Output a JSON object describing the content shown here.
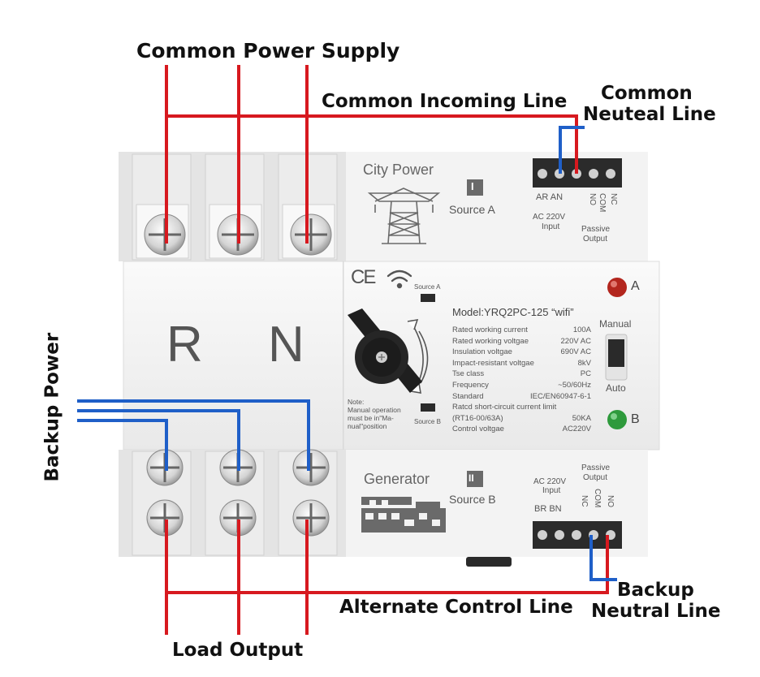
{
  "labels": {
    "common_power_supply": "Common Power Supply",
    "common_incoming_line": "Common Incoming Line",
    "common_neutral_line_1": "Common",
    "common_neutral_line_2": "Neuteal Line",
    "backup_power": "Backup Power",
    "alternate_control_line": "Alternate Control Line",
    "backup_neutral_line_1": "Backup",
    "backup_neutral_line_2": "Neutral Line",
    "load_output": "Load Output"
  },
  "device": {
    "city_power": "City Power",
    "source_a": "Source A",
    "source_a_mark": "I",
    "terminal_a_in": "AR  AN",
    "terminal_a_out_1": "NC",
    "terminal_a_out_2": "COM",
    "terminal_a_out_3": "NO",
    "input_a_1": "AC 220V",
    "input_a_2": "Input",
    "passive_a_1": "Passive",
    "passive_a_2": "Output",
    "r_letter": "R",
    "n_letter": "N",
    "ce_mark": "CE",
    "source_a_small": "Source A",
    "source_b_small": "Source B",
    "model": "Model:YRQ2PC-125  “wifi”",
    "specs": [
      {
        "name": "Rated working current",
        "value": "100A"
      },
      {
        "name": "Rated working voltgae",
        "value": "220V AC"
      },
      {
        "name": "Insulation voltgae",
        "value": "690V AC"
      },
      {
        "name": "Impact-resistant voltgae",
        "value": "8kV"
      },
      {
        "name": "Tse class",
        "value": "PC"
      },
      {
        "name": "Frequency",
        "value": "~50/60Hz"
      },
      {
        "name": "Standard",
        "value": "IEC/EN60947-6-1"
      },
      {
        "name": "Ratcd short-circuit current limit",
        "value": ""
      },
      {
        "name": "(RT16-00/63A)",
        "value": "50KA"
      },
      {
        "name": "Control voltgae",
        "value": "AC220V"
      }
    ],
    "note_1": "Note:",
    "note_2": "Manual operation",
    "note_3": "must be in\"Ma-",
    "note_4": "nual\"position",
    "manual": "Manual",
    "auto": "Auto",
    "indicator_a": "A",
    "indicator_b": "B",
    "generator": "Generator",
    "source_b": "Source B",
    "source_b_mark": "II",
    "input_b_1": "AC 220V",
    "input_b_2": "Input",
    "terminal_b_in": "BR  BN",
    "passive_b_1": "Passive",
    "passive_b_2": "Output",
    "terminal_b_out_1": "NC",
    "terminal_b_out_2": "COM",
    "terminal_b_out_3": "NO"
  },
  "colors": {
    "phase_wire": "#d7191f",
    "neutral_wire": "#1f5fc8",
    "indicator_a": "#b3261e",
    "indicator_b": "#2e9a3c"
  },
  "icons": [
    "tower-icon",
    "wifi-icon",
    "generator-icon",
    "rotary-knob-icon",
    "rotate-arrows-icon",
    "screw-icon"
  ]
}
